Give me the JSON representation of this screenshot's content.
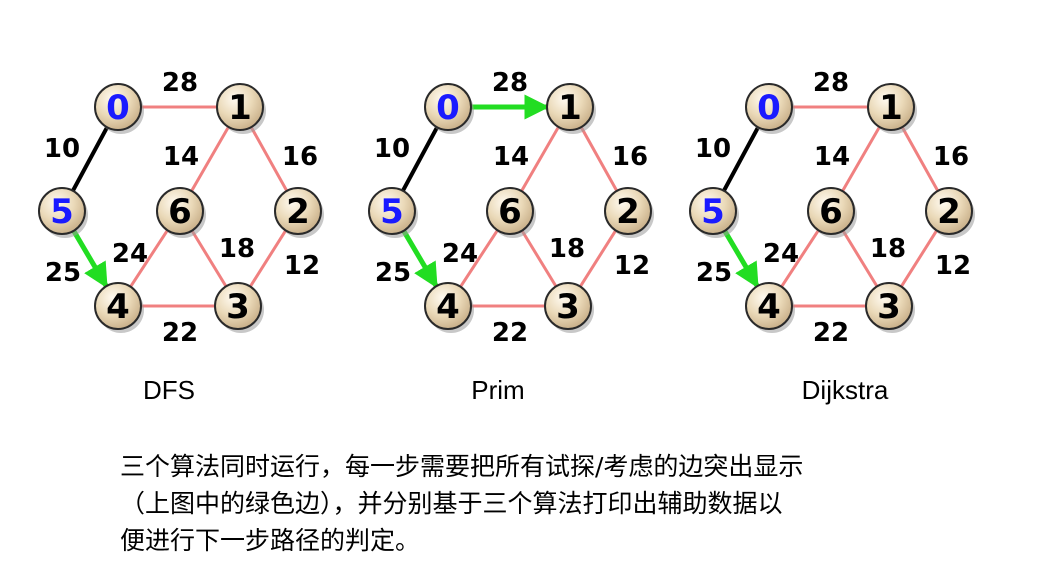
{
  "graphs": [
    {
      "caption": "DFS",
      "nodes": [
        {
          "id": "0",
          "color": "#1a1aff"
        },
        {
          "id": "1",
          "color": "#000000"
        },
        {
          "id": "2",
          "color": "#000000"
        },
        {
          "id": "3",
          "color": "#000000"
        },
        {
          "id": "4",
          "color": "#000000"
        },
        {
          "id": "5",
          "color": "#1a1aff"
        },
        {
          "id": "6",
          "color": "#000000"
        }
      ],
      "edges": [
        {
          "from": "0",
          "to": "1",
          "weight": "28",
          "style": "normal"
        },
        {
          "from": "1",
          "to": "2",
          "weight": "16",
          "style": "normal"
        },
        {
          "from": "2",
          "to": "3",
          "weight": "12",
          "style": "normal"
        },
        {
          "from": "4",
          "to": "3",
          "weight": "22",
          "style": "normal"
        },
        {
          "from": "6",
          "to": "3",
          "weight": "18",
          "style": "normal"
        },
        {
          "from": "6",
          "to": "4",
          "weight": "24",
          "style": "normal"
        },
        {
          "from": "1",
          "to": "6",
          "weight": "14",
          "style": "normal"
        },
        {
          "from": "0",
          "to": "5",
          "weight": "10",
          "style": "tree"
        },
        {
          "from": "5",
          "to": "4",
          "weight": "25",
          "style": "probe"
        }
      ]
    },
    {
      "caption": "Prim",
      "nodes": [
        {
          "id": "0",
          "color": "#1a1aff"
        },
        {
          "id": "1",
          "color": "#000000"
        },
        {
          "id": "2",
          "color": "#000000"
        },
        {
          "id": "3",
          "color": "#000000"
        },
        {
          "id": "4",
          "color": "#000000"
        },
        {
          "id": "5",
          "color": "#1a1aff"
        },
        {
          "id": "6",
          "color": "#000000"
        }
      ],
      "edges": [
        {
          "from": "0",
          "to": "1",
          "weight": "28",
          "style": "probe"
        },
        {
          "from": "1",
          "to": "2",
          "weight": "16",
          "style": "normal"
        },
        {
          "from": "2",
          "to": "3",
          "weight": "12",
          "style": "normal"
        },
        {
          "from": "4",
          "to": "3",
          "weight": "22",
          "style": "normal"
        },
        {
          "from": "6",
          "to": "3",
          "weight": "18",
          "style": "normal"
        },
        {
          "from": "6",
          "to": "4",
          "weight": "24",
          "style": "normal"
        },
        {
          "from": "1",
          "to": "6",
          "weight": "14",
          "style": "normal"
        },
        {
          "from": "0",
          "to": "5",
          "weight": "10",
          "style": "tree"
        },
        {
          "from": "5",
          "to": "4",
          "weight": "25",
          "style": "probe"
        }
      ]
    },
    {
      "caption": "Dijkstra",
      "nodes": [
        {
          "id": "0",
          "color": "#1a1aff"
        },
        {
          "id": "1",
          "color": "#000000"
        },
        {
          "id": "2",
          "color": "#000000"
        },
        {
          "id": "3",
          "color": "#000000"
        },
        {
          "id": "4",
          "color": "#000000"
        },
        {
          "id": "5",
          "color": "#1a1aff"
        },
        {
          "id": "6",
          "color": "#000000"
        }
      ],
      "edges": [
        {
          "from": "0",
          "to": "1",
          "weight": "28",
          "style": "normal"
        },
        {
          "from": "1",
          "to": "2",
          "weight": "16",
          "style": "normal"
        },
        {
          "from": "2",
          "to": "3",
          "weight": "12",
          "style": "normal"
        },
        {
          "from": "4",
          "to": "3",
          "weight": "22",
          "style": "normal"
        },
        {
          "from": "6",
          "to": "3",
          "weight": "18",
          "style": "normal"
        },
        {
          "from": "6",
          "to": "4",
          "weight": "24",
          "style": "normal"
        },
        {
          "from": "1",
          "to": "6",
          "weight": "14",
          "style": "normal"
        },
        {
          "from": "0",
          "to": "5",
          "weight": "10",
          "style": "tree"
        },
        {
          "from": "5",
          "to": "4",
          "weight": "25",
          "style": "probe"
        }
      ]
    }
  ],
  "colors": {
    "edge_normal": "#f08080",
    "edge_tree": "#000000",
    "edge_probe": "#22dd22"
  },
  "description": {
    "line1": "三个算法同时运行，每一步需要把所有试探/考虑的边突出显示",
    "line2": "（上图中的绿色边），并分别基于三个算法打印出辅助数据以",
    "line3": "便进行下一步路径的判定。"
  }
}
